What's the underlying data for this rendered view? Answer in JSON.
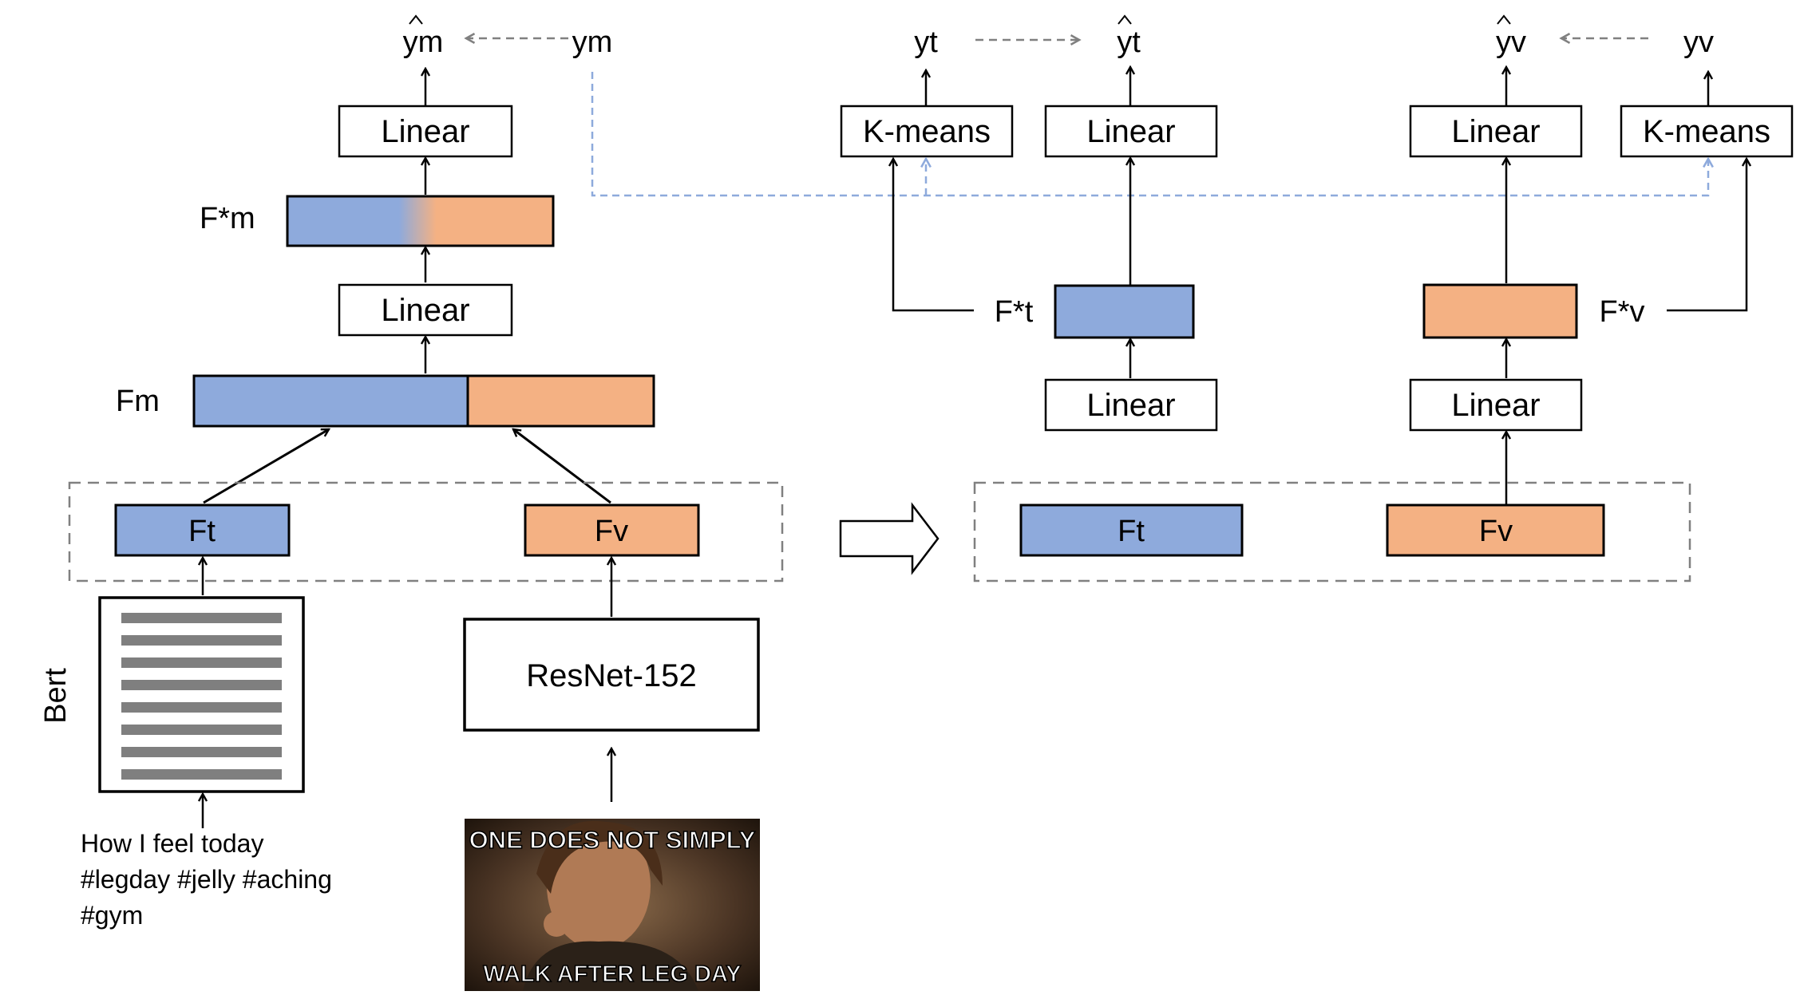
{
  "colors": {
    "blue": "#8eaadc",
    "orange": "#f4b183",
    "dashed_blue": "#8eaadc",
    "dashed_gray": "#808080"
  },
  "left": {
    "ym_hat": "ym",
    "ym": "ym",
    "linear_top": "Linear",
    "fm_star": "F*m",
    "linear_mid": "Linear",
    "fm": "Fm",
    "ft": "Ft",
    "fv": "Fv",
    "bert": "Bert",
    "resnet": "ResNet-152",
    "tweet_lines": [
      "How I feel today",
      "#legday #jelly #aching",
      "#gym"
    ],
    "meme_top": "ONE DOES NOT SIMPLY",
    "meme_bottom": "WALK AFTER LEG DAY"
  },
  "right": {
    "yt": "yt",
    "yt_hat": "yt",
    "yv_hat": "yv",
    "yv": "yv",
    "kmeans_t": "K-means",
    "linear_t_top": "Linear",
    "linear_v_top": "Linear",
    "kmeans_v": "K-means",
    "ft_star": "F*t",
    "fv_star": "F*v",
    "linear_t_bottom": "Linear",
    "linear_v_bottom": "Linear",
    "ft": "Ft",
    "fv": "Fv"
  },
  "icons": {
    "transform_arrow": "hollow-right-arrow-icon",
    "document": "document-lines-icon",
    "meme": "meme-image-icon"
  }
}
